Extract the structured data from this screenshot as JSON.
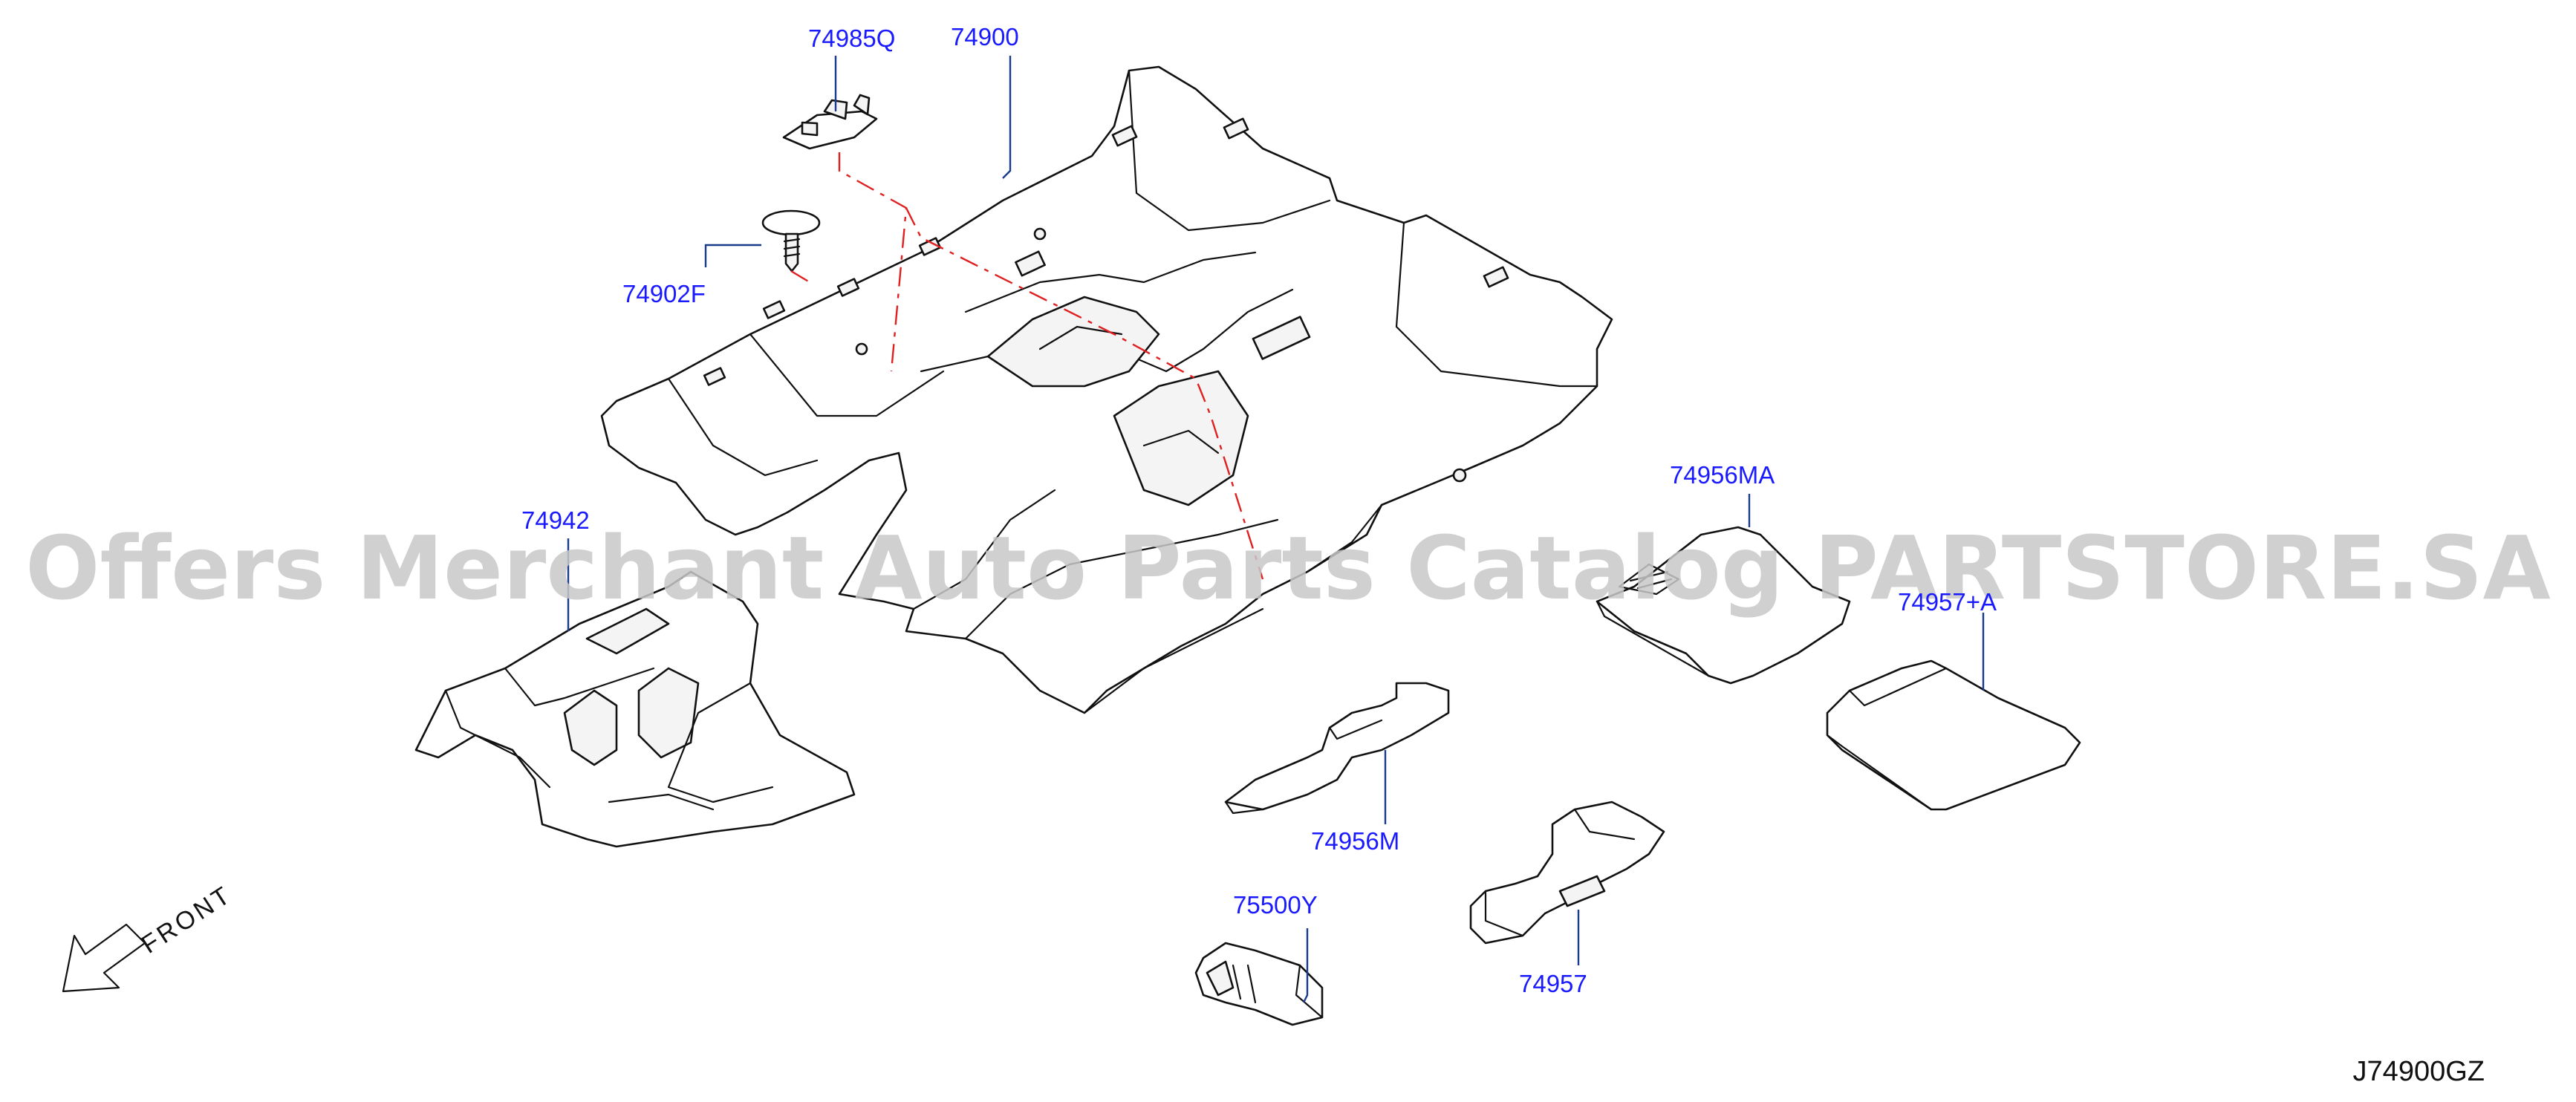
{
  "diagram": {
    "watermark": "Offers Merchant Auto Parts Catalog PARTSTORE.SA",
    "diagram_code": "J74900GZ",
    "direction_label": "FRONT",
    "colors": {
      "label": "#1a1aff",
      "leader": "#1a3a8a",
      "line_art": "#111111",
      "watermark": "#c8c8c8",
      "hidden_line": "#e02020"
    },
    "parts": [
      {
        "id": "74985Q",
        "label": "74985Q"
      },
      {
        "id": "74900",
        "label": "74900"
      },
      {
        "id": "74902F",
        "label": "74902F"
      },
      {
        "id": "74942",
        "label": "74942"
      },
      {
        "id": "74956MA",
        "label": "74956MA"
      },
      {
        "id": "74957A",
        "label": "74957+A"
      },
      {
        "id": "74956M",
        "label": "74956M"
      },
      {
        "id": "75500Y",
        "label": "75500Y"
      },
      {
        "id": "74957",
        "label": "74957"
      }
    ]
  }
}
